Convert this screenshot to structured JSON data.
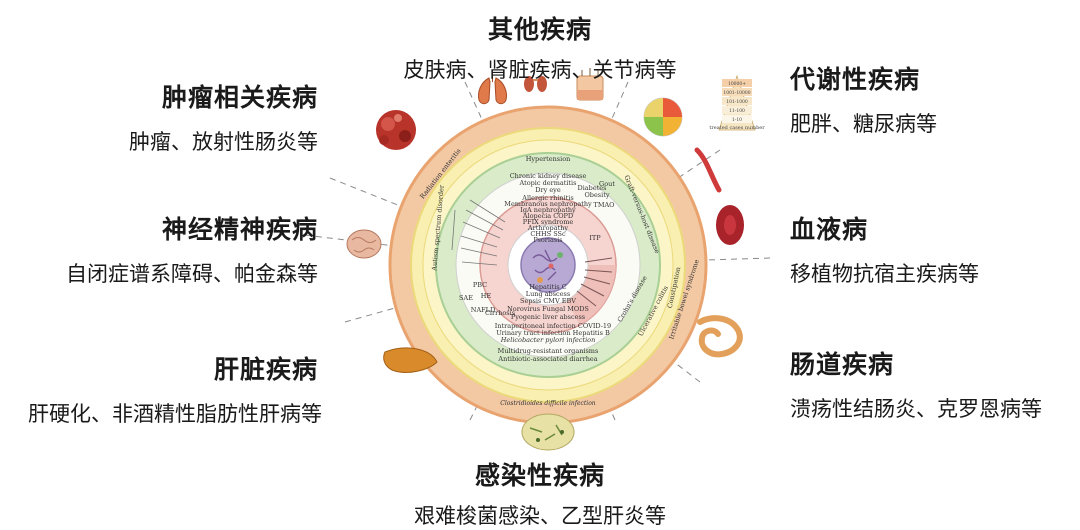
{
  "categories": {
    "top": {
      "title": "其他疾病",
      "desc": "皮肤病、肾脏疾病、关节病等"
    },
    "tumor": {
      "title": "肿瘤相关疾病",
      "desc": "肿瘤、放射性肠炎等"
    },
    "neuro": {
      "title": "神经精神疾病",
      "desc": "自闭症谱系障碍、帕金森等"
    },
    "liver": {
      "title": "肝脏疾病",
      "desc": "肝硬化、非酒精性脂肪性肝病等"
    },
    "metab": {
      "title": "代谢性疾病",
      "desc": "肥胖、糖尿病等"
    },
    "blood": {
      "title": "血液病",
      "desc": "移植物抗宿主疾病等"
    },
    "gut": {
      "title": "肠道疾病",
      "desc": "溃疡性结肠炎、克罗恩病等"
    },
    "infect": {
      "title": "感染性疾病",
      "desc": "艰难梭菌感染、乙型肝炎等"
    }
  },
  "wheel": {
    "center_labels": {
      "outer_bottom": "Clostridioides difficile infection",
      "hypertension": "Hypertension",
      "ring_infect_1": "Multidrug-resistant organisms",
      "ring_infect_2": "Antibiotic-associated diarrhea",
      "ring_infect_3": "Helicobacter pylori infection",
      "ring_infect_4": "Intraperitoneal infection   COVID-19",
      "ring_infect_5": "Urinary tract infection   Hepatitis B",
      "inner_top_1": "Chronic kidney disease",
      "inner_top_2": "Atopic dermatitis",
      "inner_top_3": "Dry eye",
      "inner_top_4": "Allergic rhinitis",
      "inner_top_5": "Membranous nephropathy",
      "inner_top_6": "IgA nephropathy",
      "inner_top_7": "Alopecia   COPD",
      "inner_top_8": "PFIX syndrome",
      "inner_top_9": "Arthropathy",
      "inner_top_10": "CHHS   SSc",
      "inner_top_11": "Psoriasis",
      "inner_bot_1": "Hepatitis C",
      "inner_bot_2": "Lung abscess",
      "inner_bot_3": "Sepsis   CMV   EBV",
      "inner_bot_4": "Norovirus   Fungal   MODS",
      "inner_bot_5": "Pyogenic liver abscess",
      "left_1": "Radiation enteritis",
      "left_2": "Autism spectrum disorder",
      "left_3": "SAE",
      "left_4": "NAFLD",
      "left_5": "HE",
      "left_6": "PBC",
      "left_7": "Cirrhosis",
      "right_1": "Graft-versus-host disease",
      "right_2": "Constipation",
      "right_3": "Irritable bowel syndrome",
      "right_4": "Ulcerative colitis",
      "right_5": "Crohn's disease",
      "right_6": "Obesity",
      "right_7": "Diabetes",
      "right_8": "Gout",
      "right_9": "ITP",
      "right_10": "TMAO",
      "pyramid_label": "treated cases number",
      "pyramid_1": "10000+",
      "pyramid_2": "1001-10000",
      "pyramid_3": "101-1000",
      "pyramid_4": "11-100",
      "pyramid_5": "1-10"
    },
    "colors": {
      "outer": "#f3c9a4",
      "outer_edge": "#e9a36f",
      "yellow": "#f8efb0",
      "yellow_edge": "#ecd97a",
      "green": "#d9ebc8",
      "green_edge": "#a9cf95",
      "pink": "#f6d4d0",
      "pink_edge": "#dc9c96",
      "core": "#b8a9d4"
    }
  }
}
